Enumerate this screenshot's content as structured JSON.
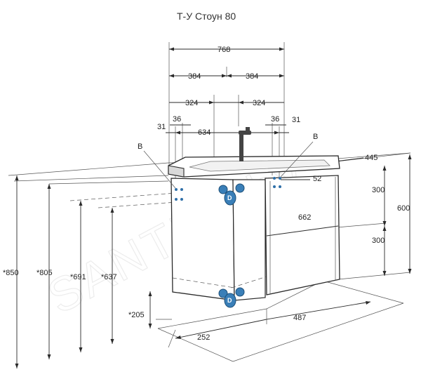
{
  "title": "Т-У Стоун 80",
  "watermark": "SANTEH.by",
  "dimensions": {
    "total_width": "768",
    "half_left": "384",
    "half_right": "384",
    "offset_left": "324",
    "offset_right": "324",
    "side_left": "36",
    "side_right": "36",
    "edge_left": "31",
    "edge_right": "31",
    "inner_width": "634",
    "depth_top": "445",
    "height_total": "600",
    "drawer_top": "300",
    "drawer_bottom": "300",
    "inner_height": "662",
    "mount_offset": "52",
    "floor_850": "*850",
    "floor_805": "*805",
    "floor_691": "*691",
    "floor_637": "*637",
    "floor_205": "*205",
    "bottom_left": "252",
    "bottom_right": "487"
  },
  "markers": {
    "b_left": "B",
    "b_right": "B",
    "d_top": "D",
    "d_bottom": "D"
  },
  "colors": {
    "marker": "#3a7fb8",
    "line": "#2a2a2a"
  }
}
